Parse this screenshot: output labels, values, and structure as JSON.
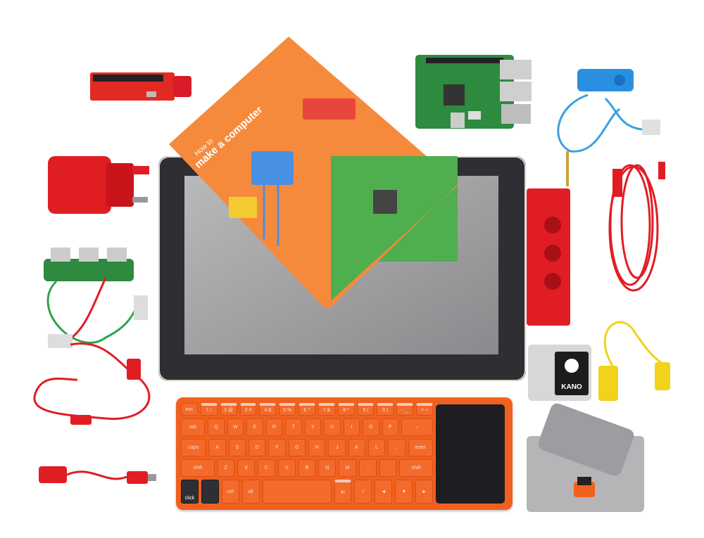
{
  "booklet": {
    "line1": "How to",
    "line2": "make a computer"
  },
  "sd_card": {
    "brand": "KANO"
  },
  "keyboard": {
    "rows": [
      [
        "esc",
        "1 !",
        "2 @",
        "3 #",
        "4 $",
        "5 %",
        "6 ^",
        "7 &",
        "8 *",
        "9 (",
        "0 )",
        "- _",
        "= +"
      ],
      [
        "tab",
        "Q",
        "W",
        "E",
        "R",
        "T",
        "Y",
        "U",
        "I",
        "O",
        "P",
        "←"
      ],
      [
        "caps",
        "A",
        "S",
        "D",
        "F",
        "G",
        "H",
        "J",
        "K",
        "L",
        ";",
        "enter"
      ],
      [
        "shift",
        "Z",
        "X",
        "C",
        "V",
        "B",
        "N",
        "M",
        ",",
        ".",
        "shift"
      ],
      [
        "click",
        "",
        "ctrl",
        "alt",
        "",
        "fn",
        "/",
        "◄",
        "▼",
        "►"
      ]
    ]
  },
  "colors": {
    "keyboard": "#f0601e",
    "booklet": "#f58a3c",
    "board": "#2e8a3e",
    "red": "#e8202a",
    "blue": "#3aa0e0",
    "yellow": "#f2d21a"
  }
}
